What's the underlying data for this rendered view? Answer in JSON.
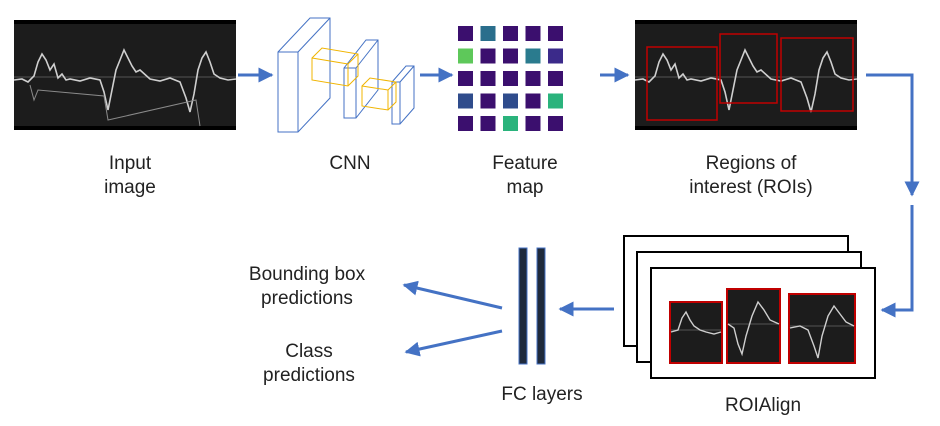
{
  "labels": {
    "input_image": [
      "Input",
      "image"
    ],
    "cnn": [
      "CNN"
    ],
    "feature_map": [
      "Feature",
      "map"
    ],
    "rois": [
      "Regions of",
      "interest (ROIs)"
    ],
    "roialign": [
      "ROIAlign"
    ],
    "fc_layers": [
      "FC layers"
    ],
    "bbox_predictions": [
      "Bounding box",
      "predictions"
    ],
    "class_predictions": [
      "Class",
      "predictions"
    ]
  },
  "colors": {
    "arrow": "#4472c4",
    "roi_box": "#c00000",
    "cnn_box": "#4472c4",
    "cnn_inner": "#f0b400",
    "image_bg": "#1c1c1c",
    "fc_bar": "#1f2a3c"
  },
  "feature_map_cells": [
    [
      "#3b0f6e",
      "#2a6e8c",
      "#3b0f6e",
      "#3b0f6e",
      "#3b0f6e"
    ],
    [
      "#5ec85a",
      "#3b0f6e",
      "#3b0f6e",
      "#2a7b8e",
      "#3b2a8a"
    ],
    [
      "#3b0f6e",
      "#3b0f6e",
      "#3b0f6e",
      "#3b0f6e",
      "#3b0f6e"
    ],
    [
      "#2f4c8c",
      "#3b0f6e",
      "#2f4c8c",
      "#3b0f6e",
      "#2ab37c"
    ],
    [
      "#3b0f6e",
      "#3b0f6e",
      "#2ab37c",
      "#3b0f6e",
      "#3b0f6e"
    ]
  ]
}
